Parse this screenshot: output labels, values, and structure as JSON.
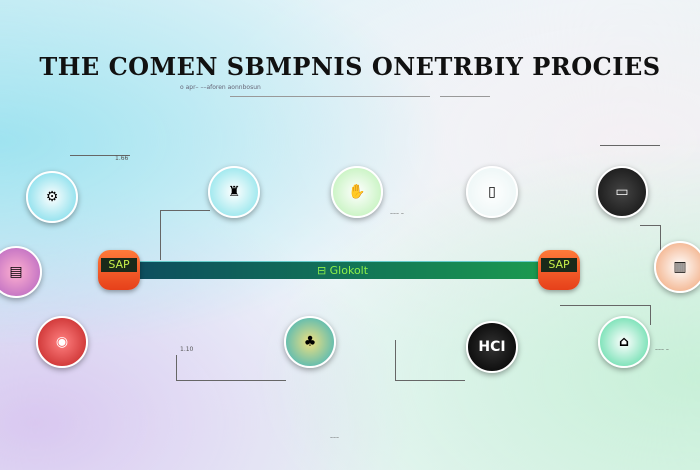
{
  "title": "THE COMEN SBMPNIS ONETRBIY PROCIES",
  "subtitle": "o   apr–  ––aforen  aonnbosun",
  "bar": {
    "label": "⊟ Glokolt"
  },
  "left_device": {
    "label": "SAP"
  },
  "right_device": {
    "label": "SAP"
  },
  "nodes": {
    "hci": {
      "label": "HCI"
    }
  },
  "small_labels": [
    "1.10",
    "1.66",
    "–––",
    "––– –",
    "––– –"
  ],
  "colors": {
    "bar_start": "#0d4e5e",
    "bar_end": "#1c9a50",
    "device": "#e6401a",
    "text_green": "#8cf04a"
  }
}
